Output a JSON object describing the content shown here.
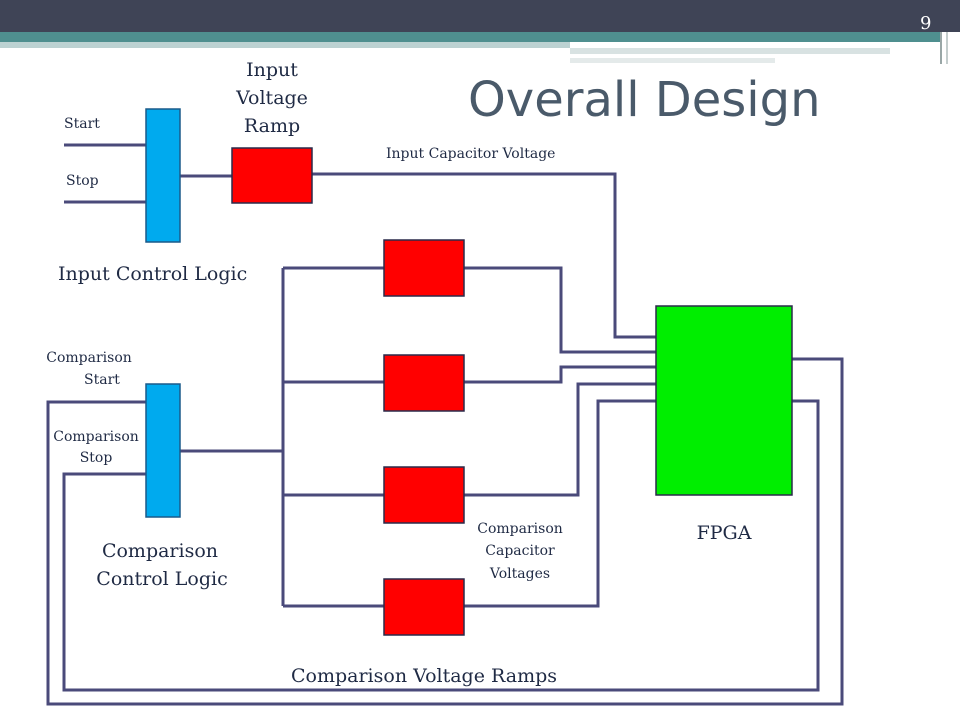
{
  "slide": {
    "title": "Overall Design",
    "page_number": "9"
  },
  "labels": {
    "start": "Start",
    "stop": "Stop",
    "input_ramp": [
      "Input",
      "Voltage",
      "Ramp"
    ],
    "input_capacitor_voltage": "Input Capacitor Voltage",
    "input_control_logic": "Input Control Logic",
    "comparison_start": [
      "Comparison",
      "Start"
    ],
    "comparison_stop": [
      "Comparison",
      "Stop"
    ],
    "comparison_control_logic": [
      "Comparison",
      "Control Logic"
    ],
    "comparison_capacitor_voltages": [
      "Comparison",
      "Capacitor",
      "Voltages"
    ],
    "fpga": "FPGA",
    "comparison_voltage_ramps": "Comparison Voltage Ramps"
  },
  "colors": {
    "header_bar": "#3f4456",
    "accent_teal": "#4f8f8f",
    "accent_light": "#bcd2d2",
    "logic_block": "#00aaee",
    "ramp_block": "#ff0000",
    "fpga_block": "#00ee00",
    "wire": "#4a4a7a"
  }
}
